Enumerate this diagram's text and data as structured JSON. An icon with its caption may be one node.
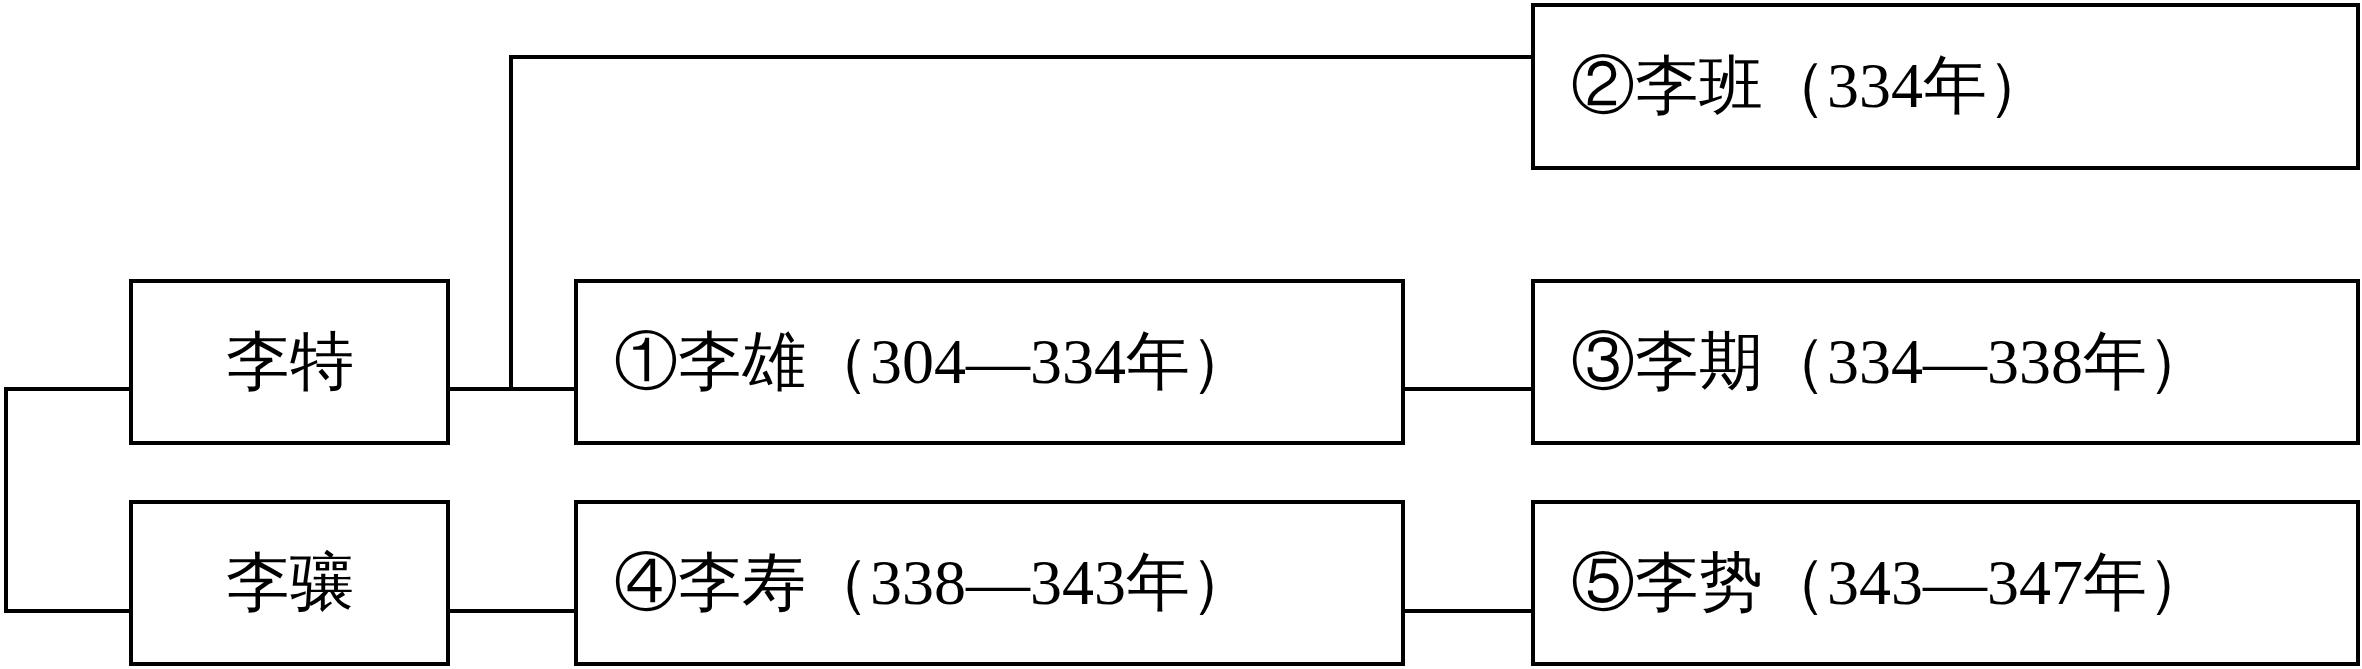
{
  "diagram": {
    "nodes": [
      {
        "text": [
          "②李班（334年）"
        ]
      },
      {
        "text": [
          "李特"
        ]
      },
      {
        "text": [
          "①李雄（304—334年）"
        ]
      },
      {
        "text": [
          "③李期（334—338年）"
        ]
      },
      {
        "text": [
          "李骧"
        ]
      },
      {
        "text": [
          "④李寿（338—343年）"
        ]
      },
      {
        "text": [
          "⑤李势（343—347年）"
        ]
      }
    ],
    "edges": [
      {
        "from": 1,
        "to": 0,
        "arrow": "none"
      },
      {
        "from": 1,
        "to": 2,
        "arrow": "none"
      },
      {
        "from": 2,
        "to": 3,
        "arrow": "none"
      },
      {
        "from": 1,
        "to": 4,
        "arrow": "none"
      },
      {
        "from": 4,
        "to": 5,
        "arrow": "none"
      },
      {
        "from": 5,
        "to": 6,
        "arrow": "none"
      }
    ]
  }
}
